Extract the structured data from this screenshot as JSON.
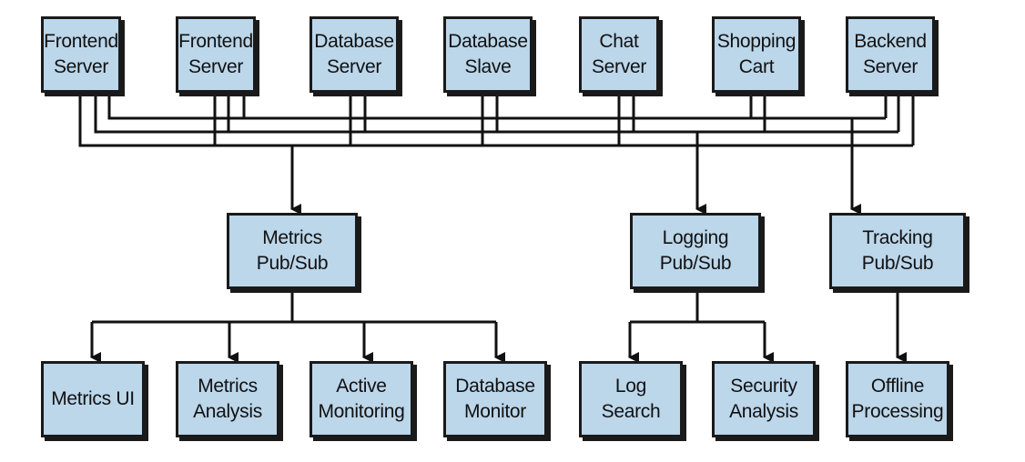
{
  "colors": {
    "box_fill": "#bcd6ea",
    "box_border": "#1a1a1a",
    "line": "#111111"
  },
  "sources": [
    {
      "id": "s1",
      "label": "Frontend\nServer"
    },
    {
      "id": "s2",
      "label": "Frontend\nServer"
    },
    {
      "id": "s3",
      "label": "Database\nServer"
    },
    {
      "id": "s4",
      "label": "Database\nSlave"
    },
    {
      "id": "s5",
      "label": "Chat\nServer"
    },
    {
      "id": "s6",
      "label": "Shopping\nCart"
    },
    {
      "id": "s7",
      "label": "Backend\nServer"
    }
  ],
  "pubsubs": [
    {
      "id": "metrics",
      "label": "Metrics\nPub/Sub"
    },
    {
      "id": "logging",
      "label": "Logging\nPub/Sub"
    },
    {
      "id": "tracking",
      "label": "Tracking\nPub/Sub"
    }
  ],
  "consumers": [
    {
      "id": "metrics_ui",
      "label": "Metrics UI",
      "from": "metrics"
    },
    {
      "id": "metrics_analysis",
      "label": "Metrics\nAnalysis",
      "from": "metrics"
    },
    {
      "id": "active_monitoring",
      "label": "Active\nMonitoring",
      "from": "metrics"
    },
    {
      "id": "database_monitor",
      "label": "Database\nMonitor",
      "from": "metrics"
    },
    {
      "id": "log_search",
      "label": "Log\nSearch",
      "from": "logging"
    },
    {
      "id": "security_analysis",
      "label": "Security\nAnalysis",
      "from": "logging"
    },
    {
      "id": "offline_processing",
      "label": "Offline\nProcessing",
      "from": "tracking"
    }
  ]
}
